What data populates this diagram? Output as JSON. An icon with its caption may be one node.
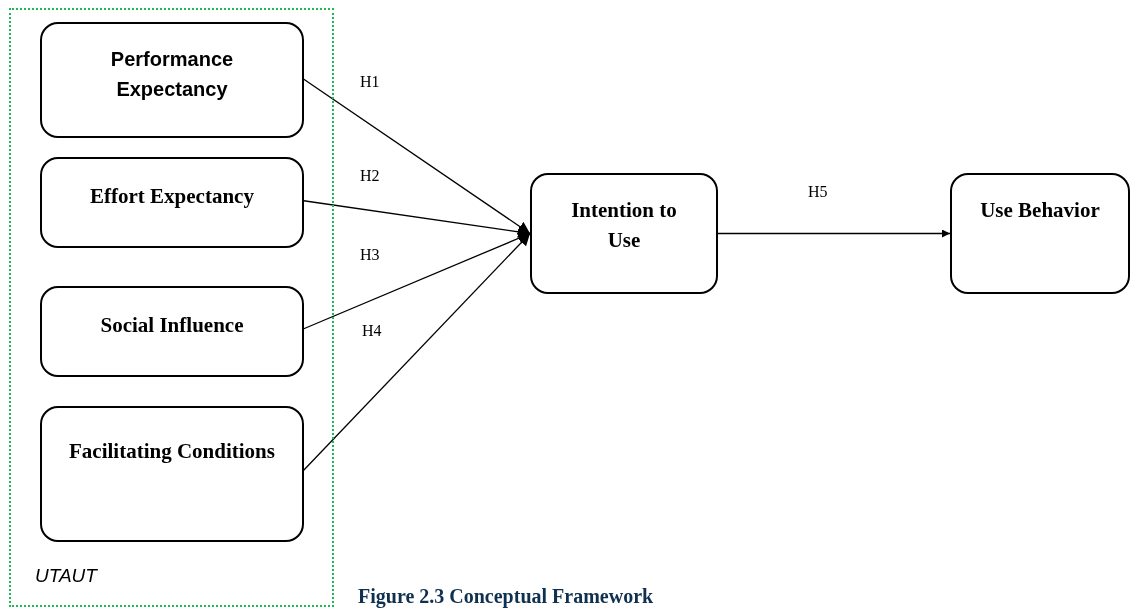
{
  "diagram": {
    "caption": "Figure 2.3 Conceptual Framework",
    "nodes": [
      {
        "text": [
          "UTAUT"
        ]
      },
      {
        "text": [
          "Performance Expectancy"
        ],
        "in": 0
      },
      {
        "text": [
          "Effort Expectancy"
        ],
        "in": 0
      },
      {
        "text": [
          "Social Influence"
        ],
        "in": 0
      },
      {
        "text": [
          "Facilitating Conditions"
        ],
        "in": 0
      },
      {
        "text": [
          "Intention to Use"
        ]
      },
      {
        "text": [
          "Use Behavior"
        ]
      }
    ],
    "edges": [
      {
        "from": 1,
        "to": 5,
        "arrow": "to",
        "label": "H1"
      },
      {
        "from": 2,
        "to": 5,
        "arrow": "to",
        "label": "H2"
      },
      {
        "from": 3,
        "to": 5,
        "arrow": "to",
        "label": "H3"
      },
      {
        "from": 4,
        "to": 5,
        "arrow": "to",
        "label": "H4"
      },
      {
        "from": 5,
        "to": 6,
        "arrow": "to",
        "label": "H5"
      }
    ]
  }
}
